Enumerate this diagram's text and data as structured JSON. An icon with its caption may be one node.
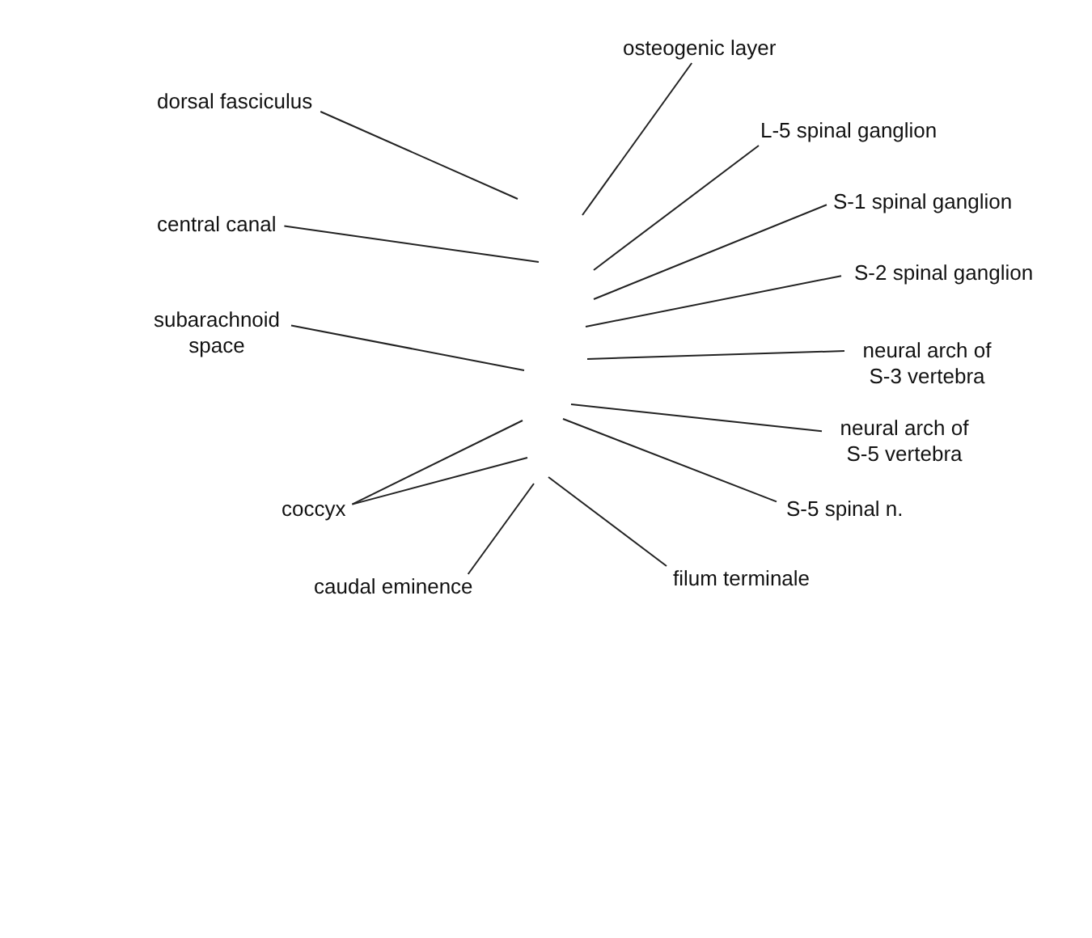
{
  "diagram": {
    "nodes": [
      {
        "text": [
          "osteogenic layer"
        ]
      },
      {
        "text": [
          "dorsal fasciculus"
        ]
      },
      {
        "text": [
          "L-5 spinal ganglion"
        ]
      },
      {
        "text": [
          "S-1 spinal ganglion"
        ]
      },
      {
        "text": [
          "central canal"
        ]
      },
      {
        "text": [
          "S-2 spinal ganglion"
        ]
      },
      {
        "text": [
          "subarachnoid space"
        ]
      },
      {
        "text": [
          "neural arch of S-3 vertebra"
        ]
      },
      {
        "text": [
          "neural arch of S-5 vertebra"
        ]
      },
      {
        "text": [
          "coccyx"
        ]
      },
      {
        "text": [
          "S-5 spinal n."
        ]
      },
      {
        "text": [
          "caudal eminence"
        ]
      },
      {
        "text": [
          "filum terminale"
        ]
      }
    ],
    "edges": [
      {
        "from": 0,
        "to": null,
        "arrow": "none"
      },
      {
        "from": 1,
        "to": null,
        "arrow": "none"
      },
      {
        "from": 2,
        "to": null,
        "arrow": "none"
      },
      {
        "from": 3,
        "to": null,
        "arrow": "none"
      },
      {
        "from": 4,
        "to": null,
        "arrow": "none"
      },
      {
        "from": 5,
        "to": null,
        "arrow": "none"
      },
      {
        "from": 6,
        "to": null,
        "arrow": "none"
      },
      {
        "from": 7,
        "to": null,
        "arrow": "none"
      },
      {
        "from": 8,
        "to": null,
        "arrow": "none"
      },
      {
        "from": 9,
        "to": null,
        "arrow": "none"
      },
      {
        "from": 9,
        "to": null,
        "arrow": "none"
      },
      {
        "from": 10,
        "to": null,
        "arrow": "none"
      },
      {
        "from": 11,
        "to": null,
        "arrow": "none"
      },
      {
        "from": 12,
        "to": null,
        "arrow": "none"
      }
    ]
  }
}
